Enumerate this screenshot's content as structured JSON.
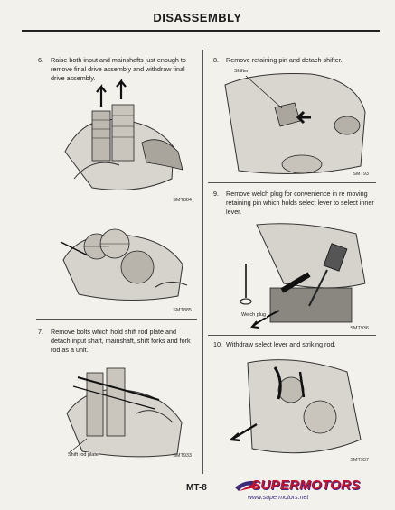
{
  "page": {
    "title": "DISASSEMBLY",
    "footer_code": "MT-8"
  },
  "steps": {
    "s6": {
      "number": "6.",
      "text": "Raise both input and mainshafts just enough to remove final drive assembly and withdraw final drive assembly."
    },
    "s7": {
      "number": "7.",
      "text": "Remove bolts which hold shift rod plate and detach input shaft, mainshaft, shift forks and fork rod as a unit."
    },
    "s8": {
      "number": "8.",
      "text": "Remove retaining pin and detach shifter."
    },
    "s9": {
      "number": "9.",
      "text": "Remove welch plug for convenience in re moving retaining pin which holds select lever to select inner lever."
    },
    "s10": {
      "number": "10.",
      "text": "Withdraw select lever and striking rod."
    }
  },
  "figures": {
    "f1": {
      "code": "SMT884"
    },
    "f2": {
      "code": "SMT885"
    },
    "f3": {
      "code": "SMT933",
      "callout": "Shift rod plate"
    },
    "f4": {
      "code": "SMT93",
      "callout": "Shifter"
    },
    "f5": {
      "code": "SMT936",
      "callout": "Welch plug"
    },
    "f6": {
      "code": "SMT937"
    }
  },
  "watermark": {
    "brand": "SUPERMOTORS",
    "url": "www.supermotors.net",
    "brand_color": "#c8102e",
    "accent_color": "#3a2a7a"
  }
}
